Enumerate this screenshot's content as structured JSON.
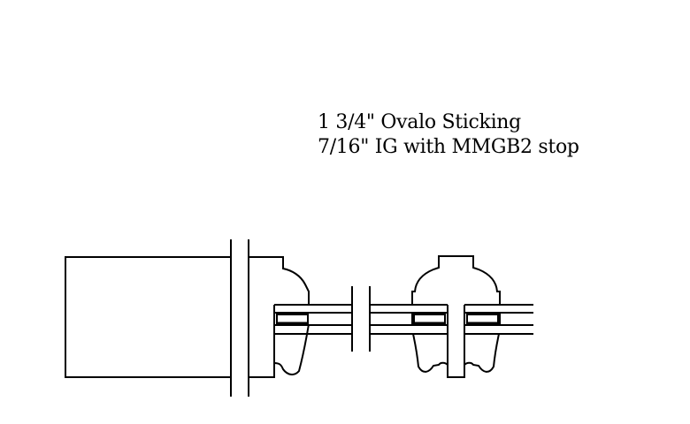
{
  "diagram": {
    "title_line_1": "1 3/4\" Ovalo Sticking",
    "title_line_2": "7/16\" IG with MMGB2 stop",
    "line_color": "#000000",
    "background": "#ffffff",
    "components": [
      {
        "name": "stile",
        "shape": "rectangle"
      },
      {
        "name": "break-lines",
        "shape": "double vertical lines"
      },
      {
        "name": "left-ovalo-sticking-profile",
        "shape": "molded profile"
      },
      {
        "name": "insulated-glass-unit",
        "shape": "horizontal parallel lines"
      },
      {
        "name": "glazing-spacers",
        "shape": "small rectangles"
      },
      {
        "name": "muntin-profile",
        "shape": "molded profile with center tenon"
      }
    ]
  }
}
